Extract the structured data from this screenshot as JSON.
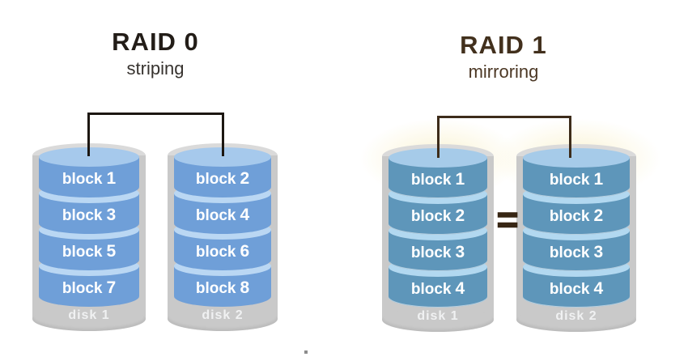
{
  "raid0": {
    "title": "RAID 0",
    "subtitle": "striping",
    "disks": [
      {
        "label": "disk 1",
        "blocks": [
          {
            "name": "block",
            "number": "1"
          },
          {
            "name": "block",
            "number": "3"
          },
          {
            "name": "block",
            "number": "5"
          },
          {
            "name": "block",
            "number": "7"
          }
        ]
      },
      {
        "label": "disk 2",
        "blocks": [
          {
            "name": "block",
            "number": "2"
          },
          {
            "name": "block",
            "number": "4"
          },
          {
            "name": "block",
            "number": "6"
          },
          {
            "name": "block",
            "number": "8"
          }
        ]
      }
    ]
  },
  "raid1": {
    "title": "RAID 1",
    "subtitle": "mirroring",
    "equals_sign": "=",
    "disks": [
      {
        "label": "disk 1",
        "blocks": [
          {
            "name": "block",
            "number": "1"
          },
          {
            "name": "block",
            "number": "2"
          },
          {
            "name": "block",
            "number": "3"
          },
          {
            "name": "block",
            "number": "4"
          }
        ]
      },
      {
        "label": "disk 2",
        "blocks": [
          {
            "name": "block",
            "number": "1"
          },
          {
            "name": "block",
            "number": "2"
          },
          {
            "name": "block",
            "number": "3"
          },
          {
            "name": "block",
            "number": "4"
          }
        ]
      }
    ]
  },
  "colors": {
    "ink0": "#231d18",
    "sub0": "#37332f",
    "ink1": "#42301d",
    "sub1": "#4c3825",
    "line0": "#1c1712",
    "line1": "#3d2c1a",
    "equals": "#372614",
    "r0_body": "#6f9fd8",
    "r0_cap": "#bad7f3",
    "r0_top": "#a6c9ec",
    "r1_body": "#5e96ba",
    "r1_cap": "#b2d8f0",
    "r1_top": "#a6cbe9",
    "gray": "#c9c9c9",
    "gray_top": "#dadada",
    "disk_text": "#f0f1f2",
    "block_text": "#ffffff",
    "glow": "#faf3d3",
    "dot": "#8c8c8c"
  }
}
